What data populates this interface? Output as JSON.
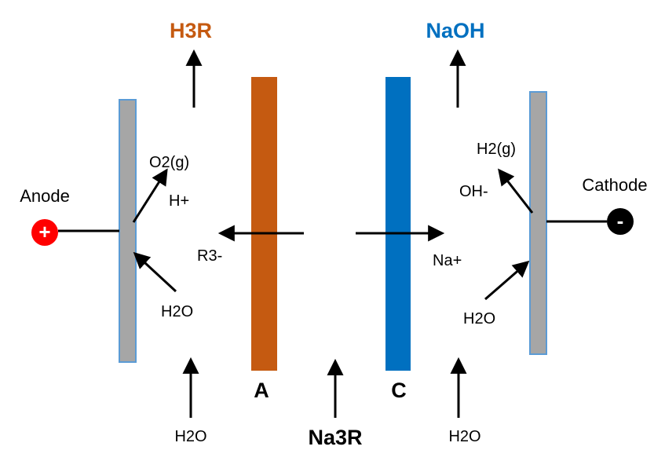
{
  "top": {
    "left_product": "H3R",
    "right_product": "NaOH"
  },
  "membranes": {
    "anion": "A",
    "cation": "C"
  },
  "electrodes": {
    "anode_label": "Anode",
    "cathode_label": "Cathode",
    "anode_sign": "+",
    "cathode_sign": "-"
  },
  "anode_side": {
    "gas": "O2(g)",
    "proton": "H+",
    "anion": "R3-",
    "water": "H2O"
  },
  "cathode_side": {
    "gas": "H2(g)",
    "hydroxide": "OH-",
    "cation": "Na+",
    "water": "H2O"
  },
  "bottom": {
    "left_water": "H2O",
    "center_feed": "Na3R",
    "right_water": "H2O"
  },
  "colors": {
    "anion_membrane": "#c55a11",
    "cation_membrane": "#0070c0",
    "electrode": "#a6a6a6",
    "electrode_border": "#5b9bd5",
    "anode_circle": "#ff0000",
    "cathode_circle": "#000000"
  }
}
